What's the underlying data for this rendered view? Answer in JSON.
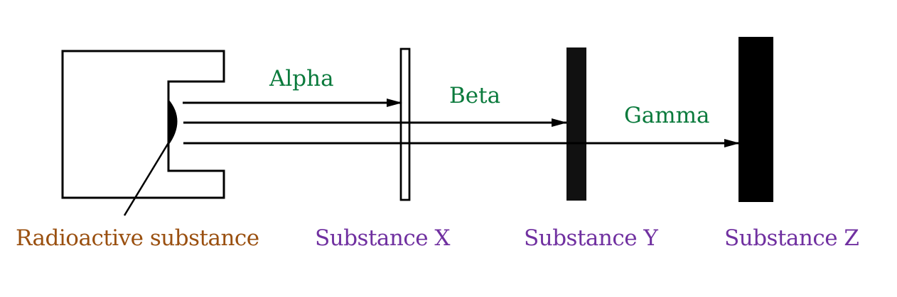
{
  "rays": {
    "alpha": "Alpha",
    "beta": "Beta",
    "gamma": "Gamma"
  },
  "captions": {
    "source": "Radioactive substance",
    "x": "Substance X",
    "y": "Substance Y",
    "z": "Substance Z"
  },
  "colors": {
    "ray_label": "#0a7a3c",
    "source_caption": "#9a5010",
    "substance_caption": "#7030a0",
    "ink": "#000000"
  }
}
